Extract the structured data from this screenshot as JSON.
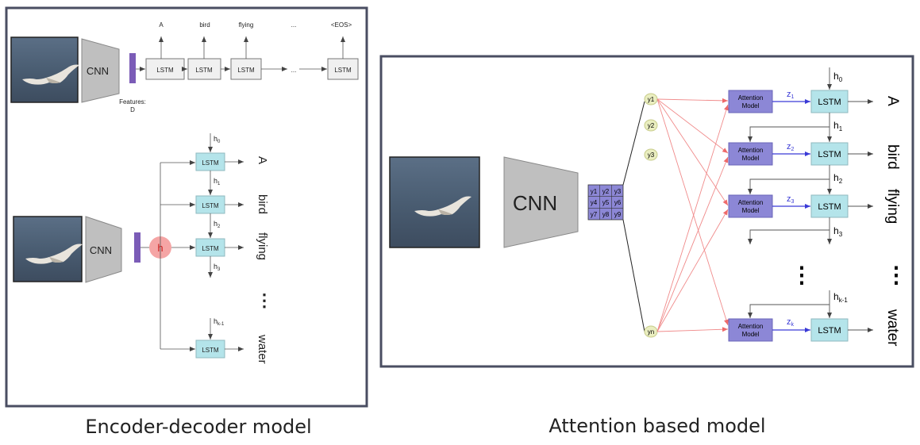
{
  "left_panel": {
    "caption": "Encoder-decoder model",
    "top": {
      "cnn_label": "CNN",
      "features_label_line1": "Features:",
      "features_label_line2": "D",
      "lstm_labels": [
        "LSTM",
        "LSTM",
        "LSTM",
        "LSTM"
      ],
      "outputs": [
        "A",
        "bird",
        "flying",
        "...",
        "<EOS>"
      ],
      "ellipsis": "..."
    },
    "bottom": {
      "cnn_label": "CNN",
      "h_label": "h",
      "lstm_labels": [
        "LSTM",
        "LSTM",
        "LSTM",
        "LSTM"
      ],
      "hidden_labels": [
        "h0",
        "h1",
        "h2",
        "h3",
        "hk-1"
      ],
      "outputs": [
        "A",
        "bird",
        "flying",
        "water"
      ],
      "vdots": "⋮"
    }
  },
  "right_panel": {
    "caption": "Attention based model",
    "cnn_label": "CNN",
    "feature_grid": [
      "y1",
      "y2",
      "y3",
      "y4",
      "y5",
      "y6",
      "y7",
      "y8",
      "y9"
    ],
    "y_nodes": [
      "y1",
      "y2",
      "y3",
      "yn"
    ],
    "attention_label_line1": "Attention",
    "attention_label_line2": "Model",
    "z_labels": [
      "z1",
      "z2",
      "z3",
      "zk"
    ],
    "lstm_label": "LSTM",
    "hidden_labels": [
      "h0",
      "h1",
      "h2",
      "h3",
      "hk-1"
    ],
    "outputs": [
      "A",
      "bird",
      "flying",
      "water"
    ],
    "vdots": "⋮",
    "colors": {
      "attention_box": "#8c87d6",
      "lstm_box": "#b4e4ea",
      "arrow_red": "#f08b8b",
      "z_blue": "#3a3ad6",
      "panel_border": "#4a4e62"
    }
  }
}
